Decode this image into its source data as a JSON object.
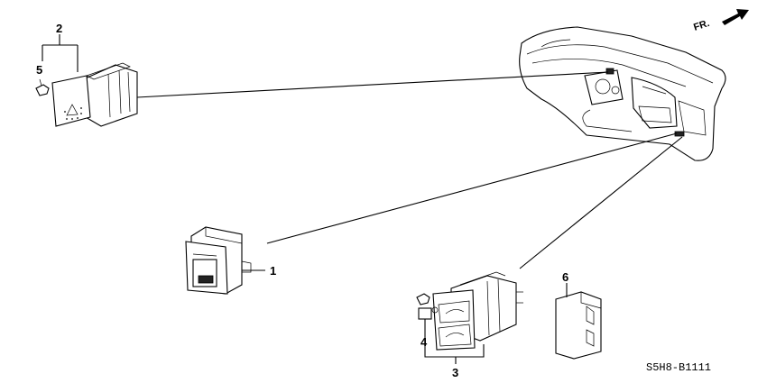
{
  "callouts": {
    "part_1": "1",
    "part_2": "2",
    "part_3": "3",
    "part_4": "4",
    "part_5": "5",
    "part_6": "6"
  },
  "direction_indicator": "FR.",
  "diagram_code": "S5H8-B1111",
  "icons": [
    "hazard-triangle-icon",
    "front-arrow-icon"
  ]
}
